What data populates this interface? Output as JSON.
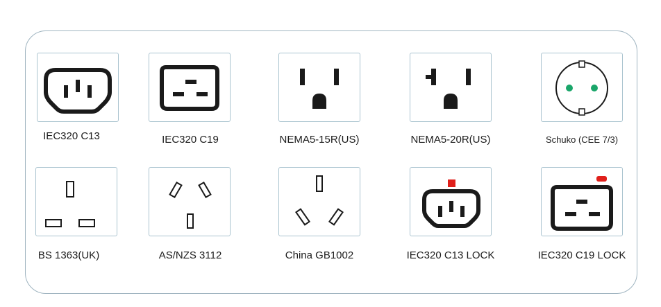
{
  "outlets": [
    {
      "id": "iec320-c13",
      "label": "IEC320 C13"
    },
    {
      "id": "iec320-c19",
      "label": "IEC320 C19"
    },
    {
      "id": "nema5-15r",
      "label": "NEMA5-15R(US)"
    },
    {
      "id": "nema5-20r",
      "label": "NEMA5-20R(US)"
    },
    {
      "id": "schuko",
      "label": "Schuko (CEE 7/3)"
    },
    {
      "id": "bs-1363",
      "label": "BS 1363(UK)"
    },
    {
      "id": "as-nzs-3112",
      "label": "AS/NZS 3112"
    },
    {
      "id": "china-gb1002",
      "label": "China GB1002"
    },
    {
      "id": "iec320-c13-lock",
      "label": "IEC320 C13 LOCK"
    },
    {
      "id": "iec320-c19-lock",
      "label": "IEC320 C19 LOCK"
    }
  ],
  "colors": {
    "panel_border": "#9fb4c0",
    "tile_border": "#a9c3cf",
    "socket_black": "#1a1a1a",
    "lock_red": "#e0201b",
    "schuko_green": "#1aa66a"
  }
}
